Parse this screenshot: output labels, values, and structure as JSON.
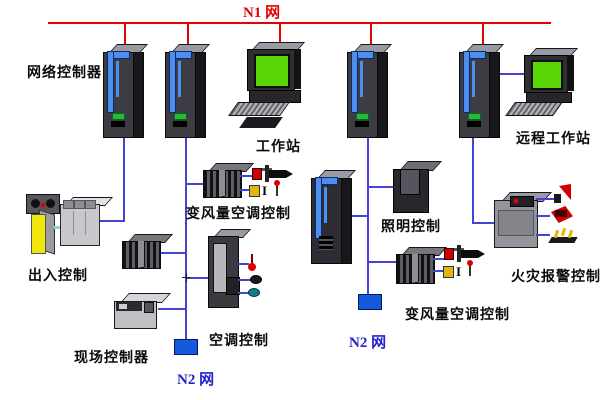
{
  "networks": {
    "n1_label": "N1 网",
    "n2_label_left": "N2 网",
    "n2_label_right": "N2 网",
    "n1_color": "#e60000",
    "n2_text_color": "#2222cc",
    "bus_line_color": "#4343d6",
    "n2_node_color": "#1559dd"
  },
  "labels": {
    "network_controller": "网络控制器",
    "workstation": "工作站",
    "remote_workstation": "远程工作站",
    "vav_control_left": "变风量空调控制",
    "vav_control_right": "变风量空调控制",
    "access_control": "出入控制",
    "field_controller": "现场控制器",
    "ac_control": "空调控制",
    "lighting_control": "照明控制",
    "fire_alarm_control": "火灾报警控制"
  },
  "icons": {
    "server_tower": "network-controller-tower",
    "workstation": "desktop-computer-green-screen",
    "vav_controller": "ribbed-ddc-controller",
    "valve": "duct-valve-actuator",
    "door": "yellow-open-door",
    "fire_panel": "fire-alarm-panel",
    "n2_node": "blue-network-node",
    "colors": {
      "screen_green": "#5ad506",
      "door_yellow": "#f0e60a",
      "alarm_red": "#cc0000",
      "led_green": "#2aba2a"
    }
  }
}
